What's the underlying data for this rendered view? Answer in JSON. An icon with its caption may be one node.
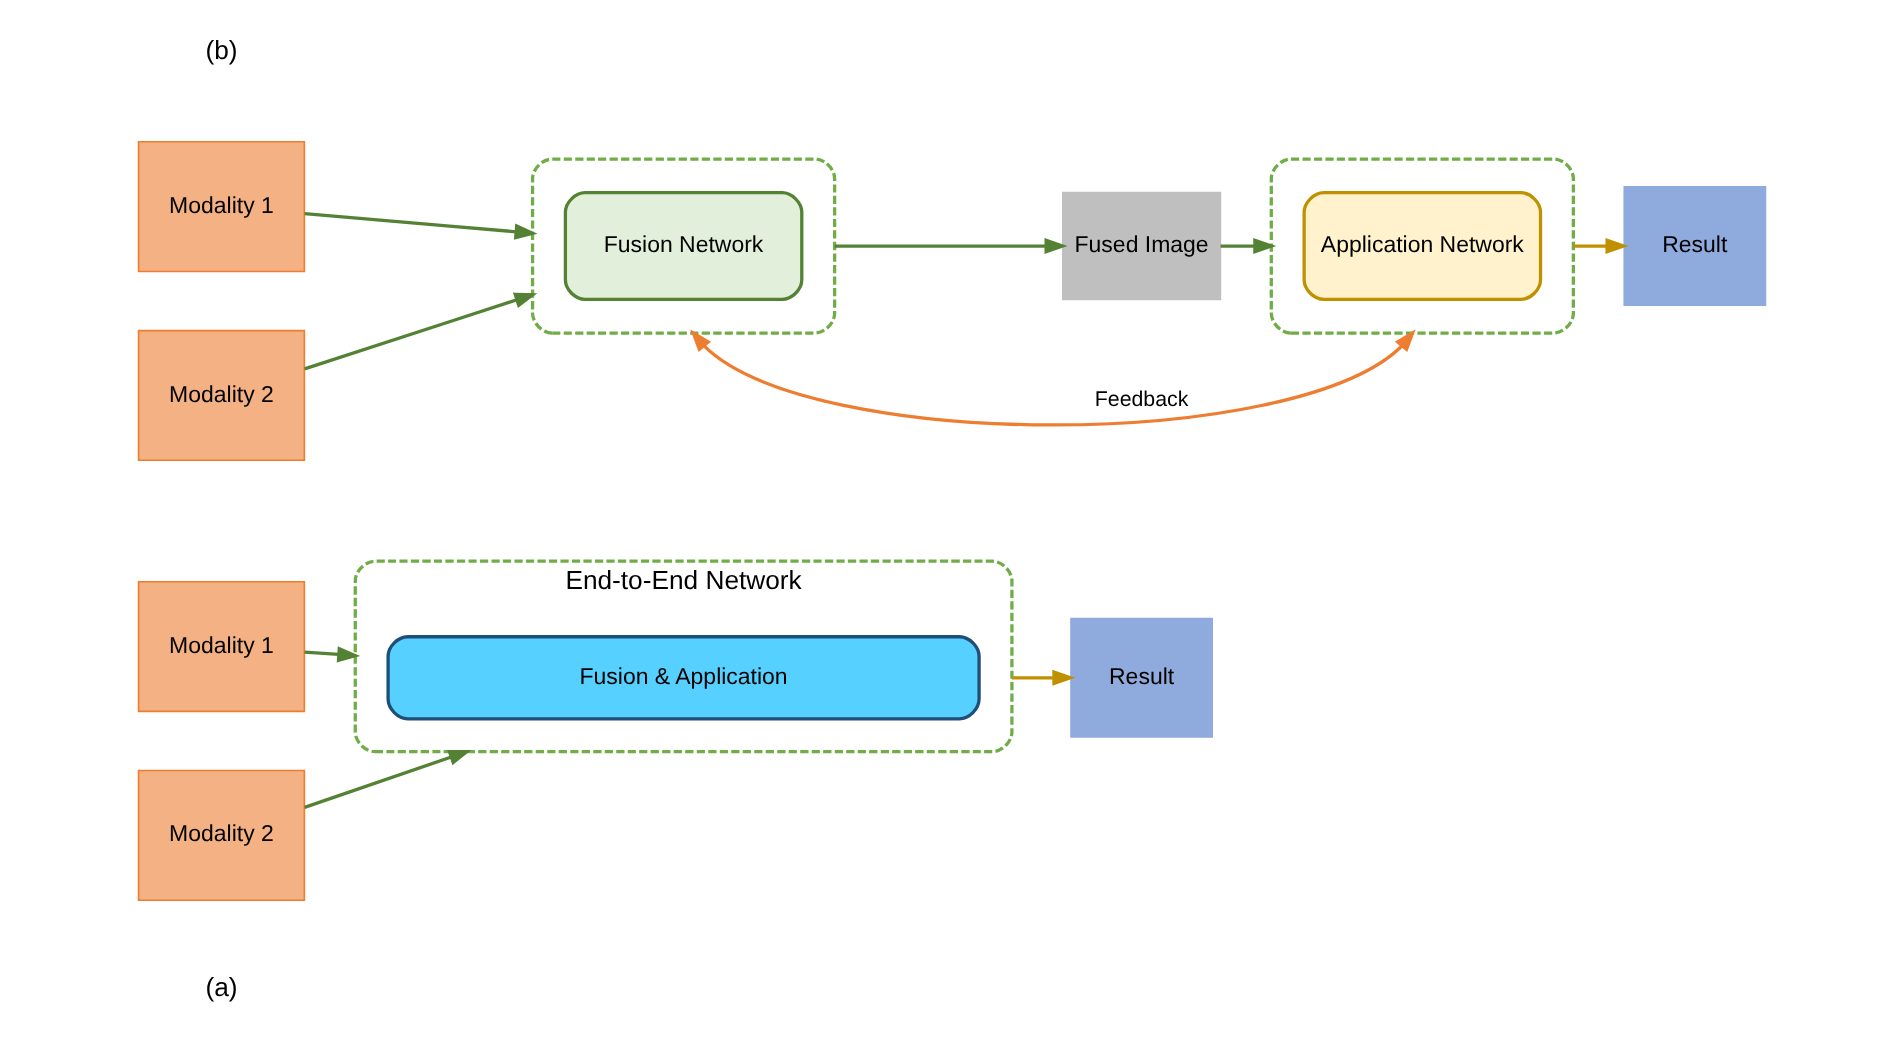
{
  "diagram": {
    "nodes": [
      {
        "text": [
          "Modality 1"
        ]
      },
      {
        "text": [
          "Modality 2"
        ]
      },
      {
        "text": [
          "End-to-End Network"
        ]
      },
      {
        "text": [
          "Fusion & Application"
        ],
        "in": 2
      },
      {
        "text": [
          "Result"
        ]
      },
      {
        "text": [
          "Modality 1"
        ]
      },
      {
        "text": [
          "Modality 2"
        ]
      },
      {
        "text": [],
        "shape": "box"
      },
      {
        "text": [
          "Fusion Network"
        ],
        "in": 7
      },
      {
        "text": [
          "Fused Image"
        ]
      },
      {
        "text": [],
        "shape": "box"
      },
      {
        "text": [
          "Application Network"
        ],
        "in": 10
      },
      {
        "text": [
          "Result"
        ]
      }
    ],
    "edges": [
      {
        "from": 0,
        "to": 2,
        "arrow": "to"
      },
      {
        "from": 1,
        "to": 2,
        "arrow": "to"
      },
      {
        "from": 2,
        "to": 4,
        "arrow": "to",
        "color": "#bf9000"
      },
      {
        "from": 5,
        "to": 7,
        "arrow": "to"
      },
      {
        "from": 6,
        "to": 7,
        "arrow": "to"
      },
      {
        "from": 7,
        "to": 9,
        "arrow": "to"
      },
      {
        "from": 9,
        "to": 10,
        "arrow": "to"
      },
      {
        "from": 10,
        "to": 12,
        "arrow": "to",
        "color": "#bf9000"
      },
      {
        "from": 7,
        "to": 10,
        "arrow": "both",
        "label": "Feedback",
        "color": "#ed7d31"
      }
    ],
    "labels": [
      "(a)",
      "(b)"
    ]
  }
}
